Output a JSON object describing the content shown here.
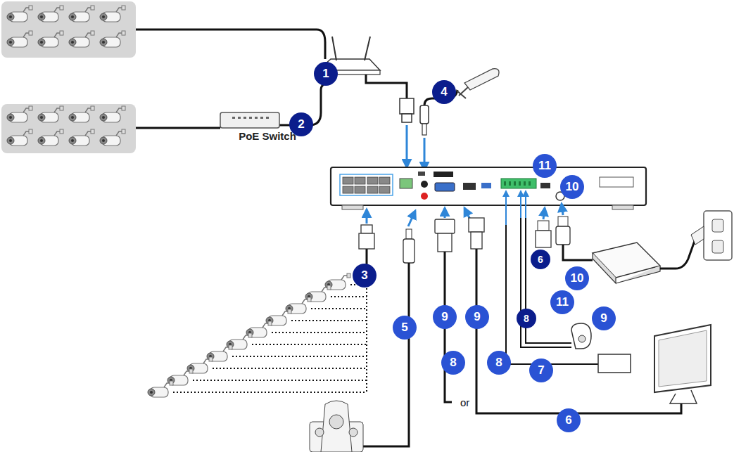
{
  "diagram": {
    "labels": [
      "PoE Switch",
      "1",
      "2",
      "3",
      "4",
      "5",
      "6",
      "6",
      "7",
      "8",
      "8",
      "8",
      "9",
      "9",
      "9",
      "10",
      "10",
      "11",
      "11",
      "or"
    ]
  }
}
